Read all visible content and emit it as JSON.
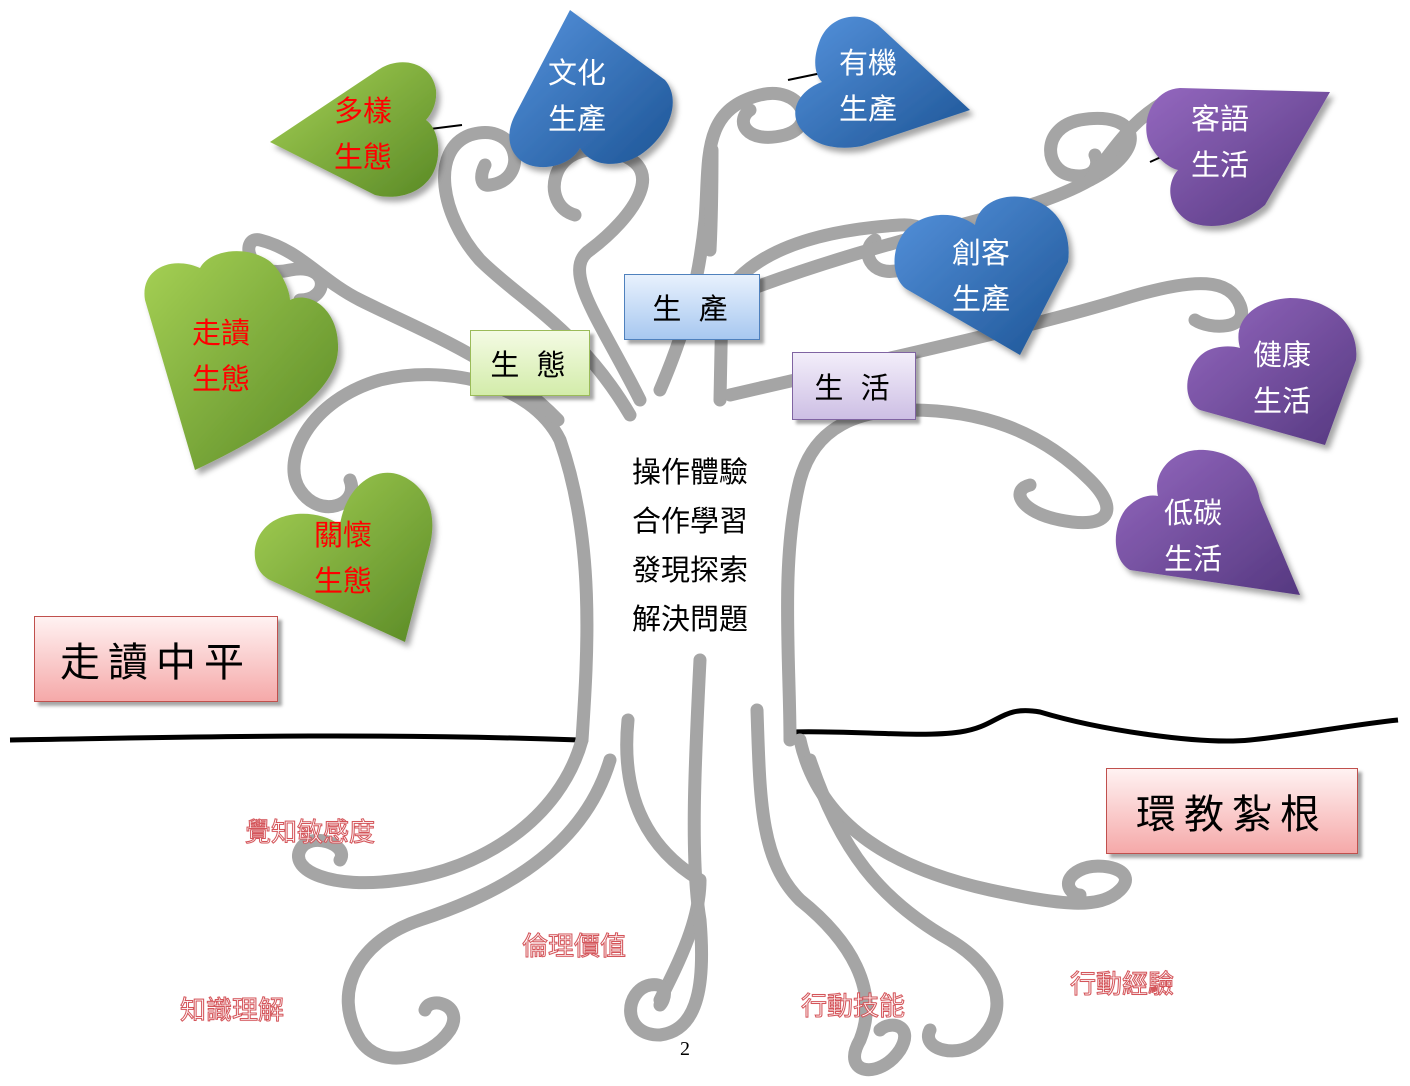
{
  "colors": {
    "branch": "#a5a5a5",
    "ground": "#000000",
    "leaf_green_light": "#9cc94e",
    "leaf_green_dark": "#5f8f28",
    "leaf_blue_light": "#4f8ad6",
    "leaf_blue_dark": "#1f5a9e",
    "leaf_purple_light": "#8e63b9",
    "leaf_purple_dark": "#5a3c86",
    "green_label_text": "#ff0000",
    "white_label_text": "#ffffff",
    "root_label_text": "#d4555a"
  },
  "categories": {
    "ecology": "生 態",
    "production": "生 產",
    "living": "生 活"
  },
  "leaves": {
    "diverse_ecology": [
      "多樣",
      "生態"
    ],
    "walk_read_ecology": [
      "走讀",
      "生態"
    ],
    "care_ecology": [
      "關懷",
      "生態"
    ],
    "culture_production": [
      "文化",
      "生產"
    ],
    "organic_production": [
      "有機",
      "生產"
    ],
    "maker_production": [
      "創客",
      "生產"
    ],
    "hakka_living": [
      "客語",
      "生活"
    ],
    "healthy_living": [
      "健康",
      "生活"
    ],
    "low_carbon_living": [
      "低碳",
      "生活"
    ]
  },
  "trunk_text": [
    "操作體驗",
    "合作學習",
    "發現探索",
    "解決問題"
  ],
  "roots": {
    "awareness": "覺知敏感度",
    "knowledge": "知識理解",
    "ethics": "倫理價值",
    "action_skill": "行動技能",
    "action_experience": "行動經驗"
  },
  "titles": {
    "left": "走讀中平",
    "right": "環教紮根"
  },
  "page_number": "2"
}
